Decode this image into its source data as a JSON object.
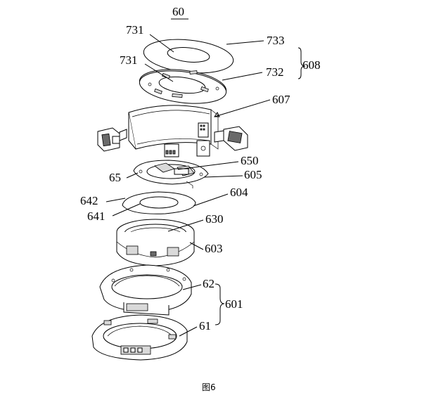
{
  "figure": {
    "ref_number": "60",
    "caption": "图6"
  },
  "labels": {
    "l731a": "731",
    "l731b": "731",
    "l733": "733",
    "l732": "732",
    "l608": "608",
    "l607": "607",
    "l650": "650",
    "l605": "605",
    "l65": "65",
    "l604": "604",
    "l642": "642",
    "l641": "641",
    "l630": "630",
    "l603": "603",
    "l62": "62",
    "l601": "601",
    "l61": "61"
  }
}
